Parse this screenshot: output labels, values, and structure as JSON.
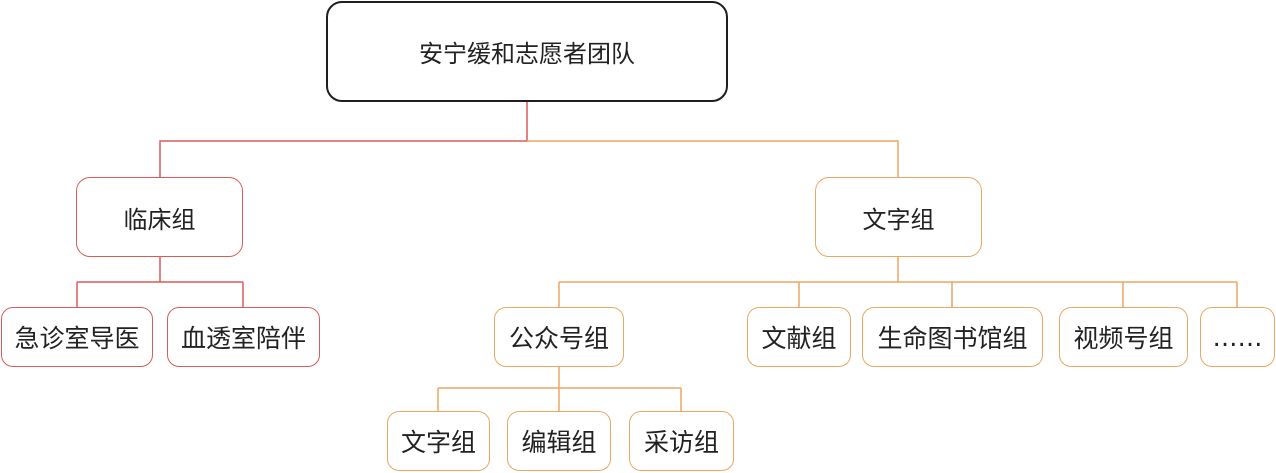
{
  "colors": {
    "root_border": "#1f1f1f",
    "clinical_branch": "#d85c5c",
    "writing_branch": "#eba764"
  },
  "diagram": {
    "root": {
      "label": "安宁缓和志愿者团队"
    },
    "clinical": {
      "label": "临床组",
      "children": [
        {
          "label": "急诊室导医"
        },
        {
          "label": "血透室陪伴"
        }
      ]
    },
    "writing": {
      "label": "文字组",
      "children": [
        {
          "label": "公众号组",
          "children": [
            {
              "label": "文字组"
            },
            {
              "label": "编辑组"
            },
            {
              "label": "采访组"
            }
          ]
        },
        {
          "label": "文献组"
        },
        {
          "label": "生命图书馆组"
        },
        {
          "label": "视频号组"
        },
        {
          "label": "……"
        }
      ]
    }
  }
}
